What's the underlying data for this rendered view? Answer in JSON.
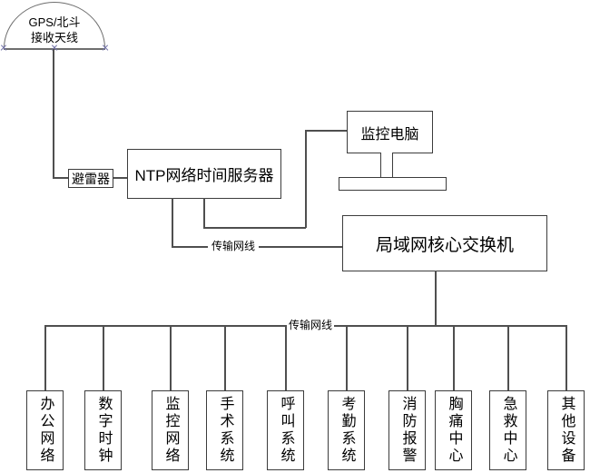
{
  "diagram": {
    "antenna": {
      "line1": "GPS/北斗",
      "line2": "接收天线"
    },
    "arrester_label": "避雷器",
    "ntp_server_label": "NTP网络时间服务器",
    "monitor_pc_label": "监控电脑",
    "core_switch_label": "局域网核心交换机",
    "cable_labels": [
      "传输网线",
      "传输网线"
    ],
    "terminals": [
      "办公网络",
      "数字时钟",
      "监控网络",
      "手术系统",
      "呼叫系统",
      "考勤系统",
      "消防报警",
      "胸痛中心",
      "急救中心",
      "其他设备"
    ]
  },
  "colors": {
    "background": "#ffffff",
    "line": "#4f4f4f",
    "box_border": "#3c3c3c",
    "text": "#000000",
    "endpoint_marker": "#7373a8"
  },
  "icons": {
    "endpoint_marker": "x-cross"
  }
}
